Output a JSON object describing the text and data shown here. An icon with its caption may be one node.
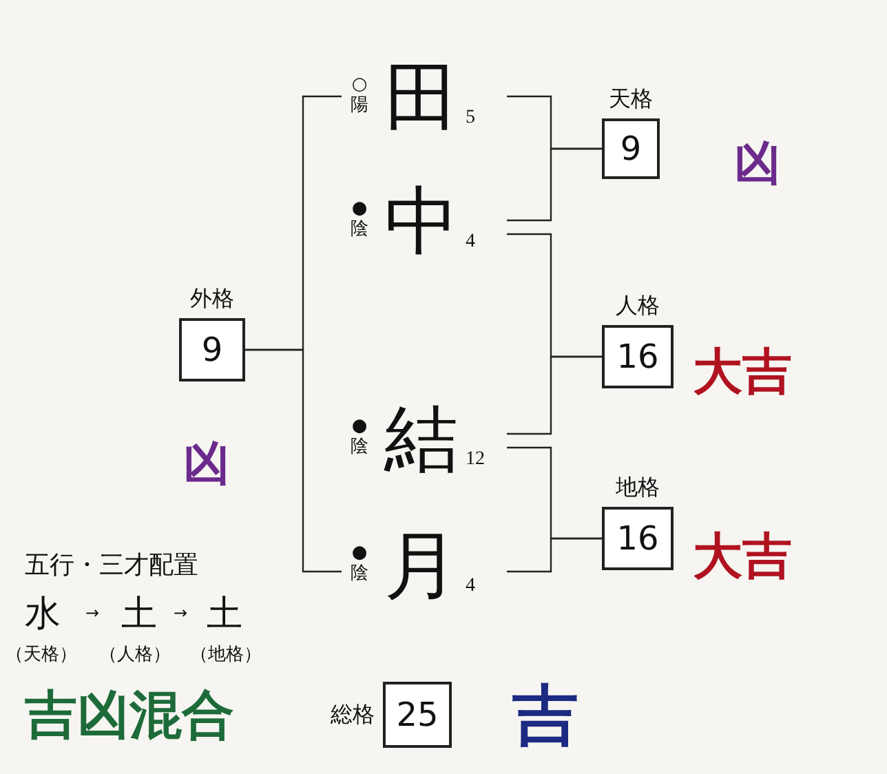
{
  "diagram": {
    "nodes": [
      {
        "text": [
          "田"
        ],
        "beside": [
          "○",
          "陽",
          "5"
        ]
      },
      {
        "text": [
          "中"
        ],
        "beside": [
          "●",
          "陰",
          "4"
        ]
      },
      {
        "text": [
          "結"
        ],
        "beside": [
          "●",
          "陰",
          "12"
        ]
      },
      {
        "text": [
          "月"
        ],
        "beside": [
          "●",
          "陰",
          "4"
        ]
      },
      {
        "text": [
          "天格",
          "9"
        ],
        "beside": [
          "凶"
        ]
      },
      {
        "text": [
          "人格",
          "16"
        ],
        "beside": [
          "大吉"
        ]
      },
      {
        "text": [
          "地格",
          "16"
        ],
        "beside": [
          "大吉"
        ]
      },
      {
        "text": [
          "外格",
          "9"
        ],
        "beside": [
          "凶"
        ]
      },
      {
        "text": [
          "総格",
          "25"
        ],
        "beside": [
          "吉"
        ]
      }
    ],
    "edges": [
      {
        "from": 0,
        "to": 4,
        "arrow": "none"
      },
      {
        "from": 1,
        "to": 4,
        "arrow": "none"
      },
      {
        "from": 1,
        "to": 5,
        "arrow": "none"
      },
      {
        "from": 2,
        "to": 5,
        "arrow": "none"
      },
      {
        "from": 2,
        "to": 6,
        "arrow": "none"
      },
      {
        "from": 3,
        "to": 6,
        "arrow": "none"
      },
      {
        "from": 0,
        "to": 7,
        "arrow": "none"
      },
      {
        "from": 3,
        "to": 7,
        "arrow": "none"
      }
    ],
    "labels": [
      "五行・三才配置",
      "水",
      "→",
      "土",
      "→",
      "土",
      "（天格）",
      "（人格）",
      "（地格）",
      "吉凶混合"
    ]
  }
}
